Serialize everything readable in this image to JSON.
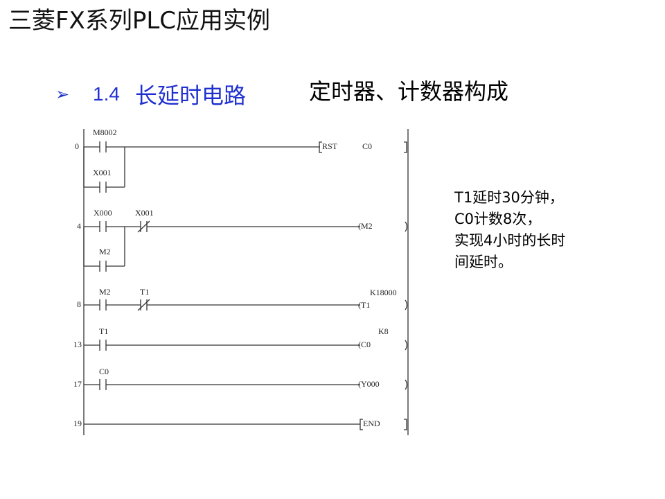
{
  "header": {
    "title": "三菱FX系列PLC应用实例"
  },
  "section": {
    "bullet": "➢",
    "number": "1.4",
    "title": "长延时电路",
    "subtitle": "定时器、计数器构成"
  },
  "note": {
    "lines": [
      "T1延时30分钟，",
      "C0计数8次，",
      "实现4小时的长时",
      "间延时。"
    ]
  },
  "ladder": {
    "rungs": [
      {
        "step": "0",
        "contact_main": "M8002",
        "contact_parallel": "X001",
        "coil": "RST",
        "operand": "C0"
      },
      {
        "step": "4",
        "contact_main": "X000",
        "contact_nc": "X001",
        "contact_parallel": "M2",
        "coil": "(M2"
      },
      {
        "step": "8",
        "contact_main": "M2",
        "contact_nc": "T1",
        "coil": "(T1",
        "setting": "K18000"
      },
      {
        "step": "13",
        "contact_main": "T1",
        "coil": "(C0",
        "setting": "K8"
      },
      {
        "step": "17",
        "contact_main": "C0",
        "coil": "(Y000"
      },
      {
        "step": "19",
        "coil": "END"
      }
    ]
  }
}
